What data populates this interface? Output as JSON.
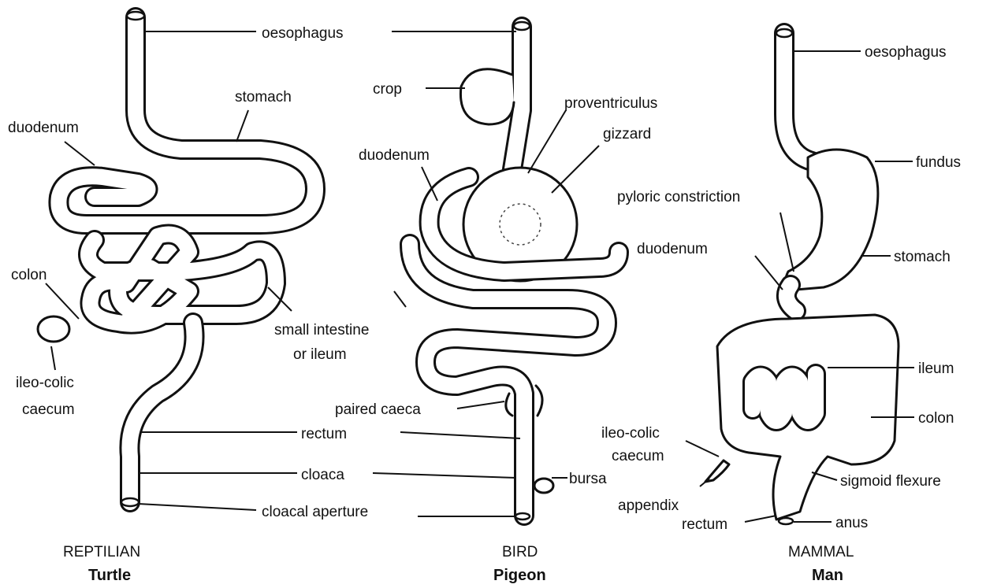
{
  "panels": {
    "reptile": {
      "group": "REPTILIAN",
      "species": "Turtle",
      "labels": {
        "oesophagus": "oesophagus",
        "stomach": "stomach",
        "duodenum": "duodenum",
        "colon": "colon",
        "ileo_colic_1": "ileo-colic",
        "ileo_colic_2": "caecum",
        "small_intestine_1": "small intestine",
        "small_intestine_2": "or ileum",
        "rectum": "rectum",
        "cloaca": "cloaca",
        "cloacal_aperture": "cloacal aperture"
      }
    },
    "bird": {
      "group": "BIRD",
      "species": "Pigeon",
      "labels": {
        "crop": "crop",
        "proventriculus": "proventriculus",
        "gizzard": "gizzard",
        "duodenum": "duodenum",
        "paired_caeca": "paired caeca",
        "bursa": "bursa"
      }
    },
    "mammal": {
      "group": "MAMMAL",
      "species": "Man",
      "labels": {
        "oesophagus": "oesophagus",
        "fundus": "fundus",
        "pyloric_constriction": "pyloric constriction",
        "duodenum": "duodenum",
        "stomach": "stomach",
        "ileum": "ileum",
        "colon": "colon",
        "ileo_colic_1": "ileo-colic",
        "ileo_colic_2": "caecum",
        "sigmoid_flexure": "sigmoid flexure",
        "appendix": "appendix",
        "rectum": "rectum",
        "anus": "anus"
      }
    }
  }
}
